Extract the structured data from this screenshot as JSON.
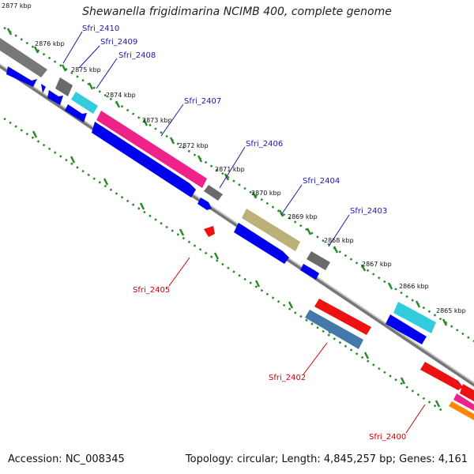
{
  "title": "Shewanella frigidimarina NCIMB 400, complete genome",
  "footer": {
    "accession": "Accession: NC_008345",
    "topology": "Topology: circular; Length: 4,845,257 bp; Genes: 4,161"
  },
  "ticks": [
    "2877 kbp",
    "2876 kbp",
    "2875 kbp",
    "2874 kbp",
    "2873 kbp",
    "2872 kbp",
    "2871 kbp",
    "2870 kbp",
    "2869 kbp",
    "2868 kbp",
    "2867 kbp",
    "2866 kbp",
    "2865 kbp"
  ],
  "gene_labels": [
    {
      "name": "Sfri_2410",
      "color": "#1a1aa8"
    },
    {
      "name": "Sfri_2409",
      "color": "#1a1aa8"
    },
    {
      "name": "Sfri_2408",
      "color": "#1a1aa8"
    },
    {
      "name": "Sfri_2407",
      "color": "#1a1aa8"
    },
    {
      "name": "Sfri_2406",
      "color": "#1a1aa8"
    },
    {
      "name": "Sfri_2404",
      "color": "#1a1aa8"
    },
    {
      "name": "Sfri_2403",
      "color": "#1a1aa8"
    },
    {
      "name": "Sfri_2405",
      "color": "#cc0000"
    },
    {
      "name": "Sfri_2402",
      "color": "#cc0000"
    },
    {
      "name": "Sfri_2400",
      "color": "#cc0000"
    }
  ],
  "colors": {
    "backbone": "#888888",
    "tick_dots": "#2a8a2a",
    "cds": "#0000ee",
    "gray_feature": "#777777",
    "cyan_feature": "#33ccdd",
    "magenta_feature": "#ee2288",
    "olive_feature": "#bbb077",
    "steel_feature": "#4477aa",
    "red_feature": "#ee1111",
    "orange_feature": "#ff8800"
  }
}
